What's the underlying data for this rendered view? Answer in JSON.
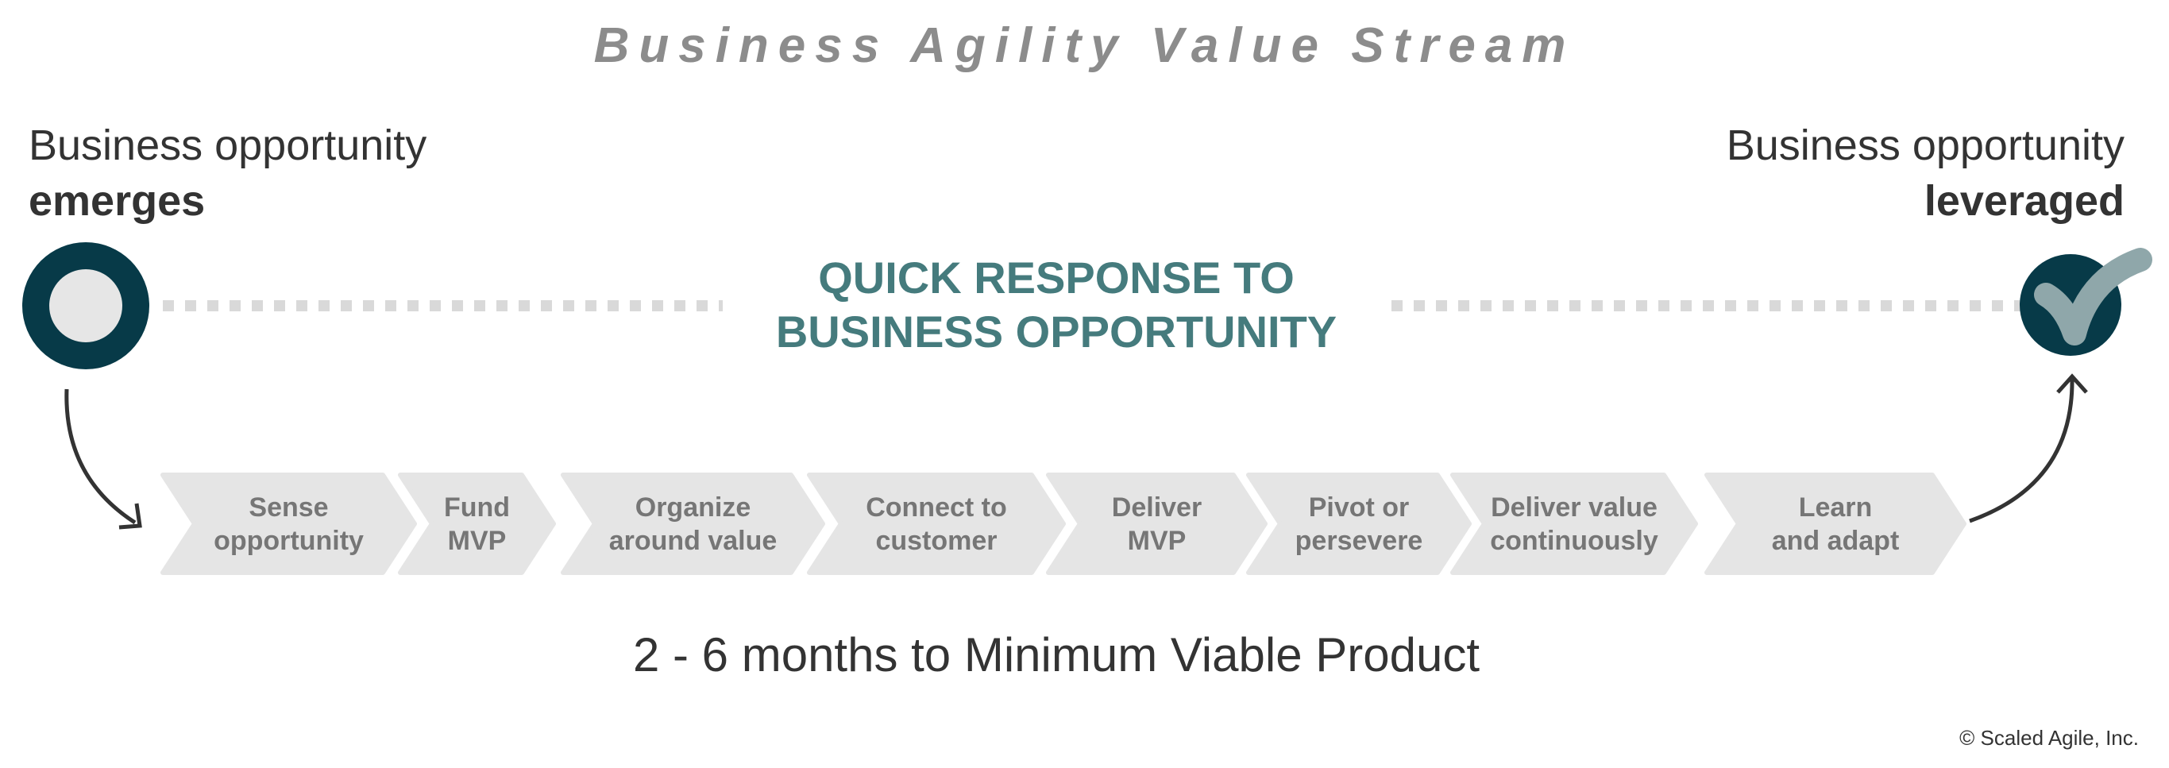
{
  "title": "Business Agility Value Stream",
  "start": {
    "line1": "Business opportunity",
    "line2": "emerges",
    "icon": "circle-ring-icon"
  },
  "end": {
    "line1": "Business opportunity",
    "line2": "leveraged",
    "icon": "checkmark-circle-icon"
  },
  "center": {
    "line1": "QUICK RESPONSE TO",
    "line2": "BUSINESS OPPORTUNITY"
  },
  "steps": [
    {
      "line1": "Sense",
      "line2": "opportunity"
    },
    {
      "line1": "Fund",
      "line2": "MVP"
    },
    {
      "line1": "Organize",
      "line2": "around value"
    },
    {
      "line1": "Connect to",
      "line2": "customer"
    },
    {
      "line1": "Deliver",
      "line2": "MVP"
    },
    {
      "line1": "Pivot or",
      "line2": "persevere"
    },
    {
      "line1": "Deliver value",
      "line2": "continuously"
    },
    {
      "line1": "Learn",
      "line2": "and adapt"
    }
  ],
  "footer": "2 - 6 months to Minimum Viable Product",
  "copyright": "© Scaled Agile, Inc.",
  "colors": {
    "dark_teal": "#073a48",
    "teal_text": "#457b7d",
    "check": "#8fa7aa",
    "chevron": "#e5e5e5",
    "dots": "#d9d9d9"
  }
}
